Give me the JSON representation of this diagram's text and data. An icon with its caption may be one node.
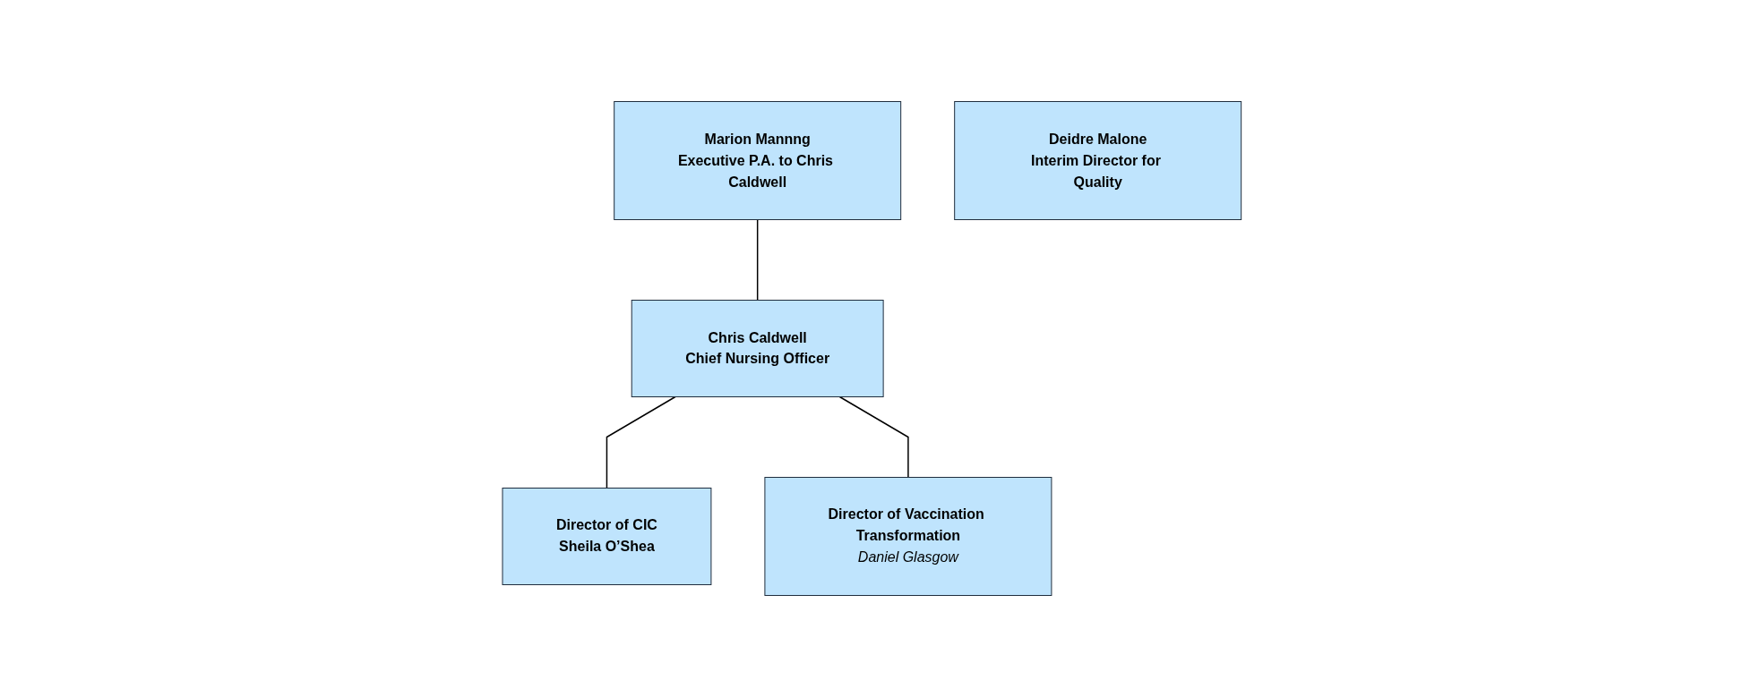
{
  "diagram": {
    "nodes": [
      {
        "text": [
          "Chris Caldwell",
          "Chief Nursing Officer"
        ]
      },
      {
        "text": [
          "Marion Mannng",
          "Executive P.A. to Chris Caldwell"
        ]
      },
      {
        "text": [
          "Director of CIC",
          "Sheila O’Shea"
        ]
      },
      {
        "text": [
          "Deidre Malone",
          "Interim Director for Quality"
        ]
      },
      {
        "text": [
          "Director of Vaccination Transformation",
          "Daniel Glasgow"
        ]
      }
    ],
    "edges": [
      {
        "from": 1,
        "to": 0,
        "arrow": "none"
      },
      {
        "from": 0,
        "to": 2,
        "arrow": "none"
      },
      {
        "from": 0,
        "to": 4,
        "arrow": "none"
      }
    ]
  }
}
